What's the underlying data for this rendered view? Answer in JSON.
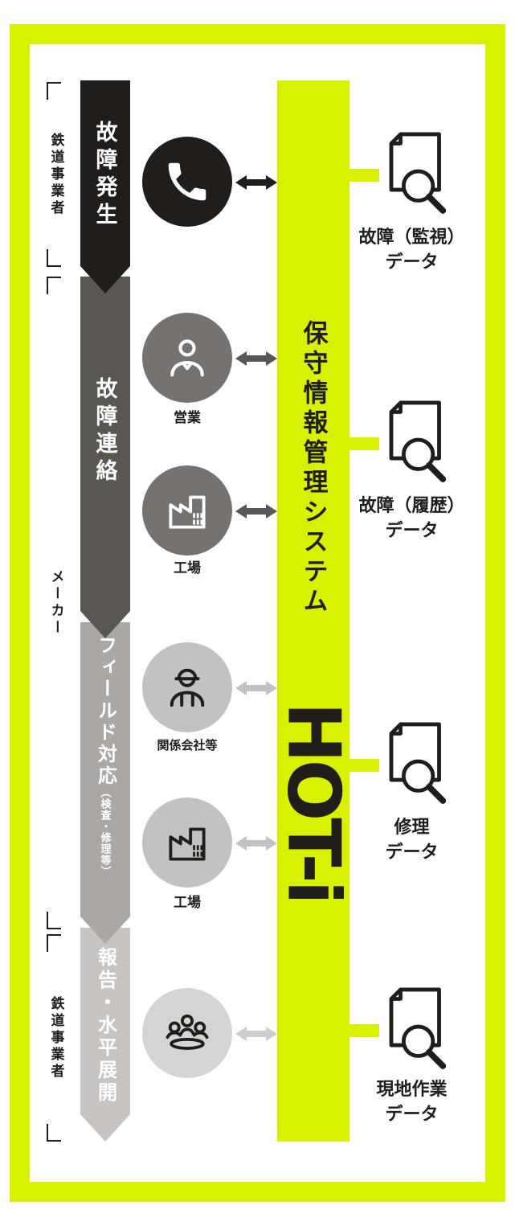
{
  "diagram": {
    "accent_color": "#d8f100",
    "ink_color": "#211d1a",
    "left_groups": [
      {
        "label": "鉄道事業者"
      },
      {
        "label": "メーカー"
      },
      {
        "label": "鉄道事業者"
      }
    ],
    "stages": [
      {
        "label": "故障発生",
        "color": "#211d1a"
      },
      {
        "label": "故障連絡",
        "color": "#5a5652"
      },
      {
        "label": "フィールド対応",
        "sublabel": "（検査・修理等）",
        "color": "#aaa7a5"
      },
      {
        "label": "報告・水平展開",
        "color": "#c7c4c2"
      }
    ],
    "actors": [
      {
        "icon": "phone-icon",
        "label": "",
        "circle_color": "#211d1a",
        "arrow_color": "#211d1a"
      },
      {
        "icon": "person-icon",
        "label": "営業",
        "circle_color": "#757270",
        "arrow_color": "#5a5652"
      },
      {
        "icon": "factory-icon",
        "label": "工場",
        "circle_color": "#757270",
        "arrow_color": "#5a5652"
      },
      {
        "icon": "worker-icon",
        "label": "関係会社等",
        "circle_color": "#c4c2c0",
        "arrow_color": "#c4c2c0"
      },
      {
        "icon": "factory-icon",
        "label": "工場",
        "circle_color": "#c4c2c0",
        "arrow_color": "#c4c2c0"
      },
      {
        "icon": "group-icon",
        "label": "",
        "circle_color": "#d6d4d2",
        "arrow_color": "#cfccca"
      }
    ],
    "system": {
      "label": "保守情報管理システム",
      "logo": "HOT-i"
    },
    "outputs": [
      {
        "icon": "document-search-icon",
        "line1": "故障（監視）",
        "line2": "データ"
      },
      {
        "icon": "document-search-icon",
        "line1": "故障（履歴）",
        "line2": "データ"
      },
      {
        "icon": "document-search-icon",
        "line1": "修理",
        "line2": "データ"
      },
      {
        "icon": "document-search-icon",
        "line1": "現地作業",
        "line2": "データ"
      }
    ]
  }
}
